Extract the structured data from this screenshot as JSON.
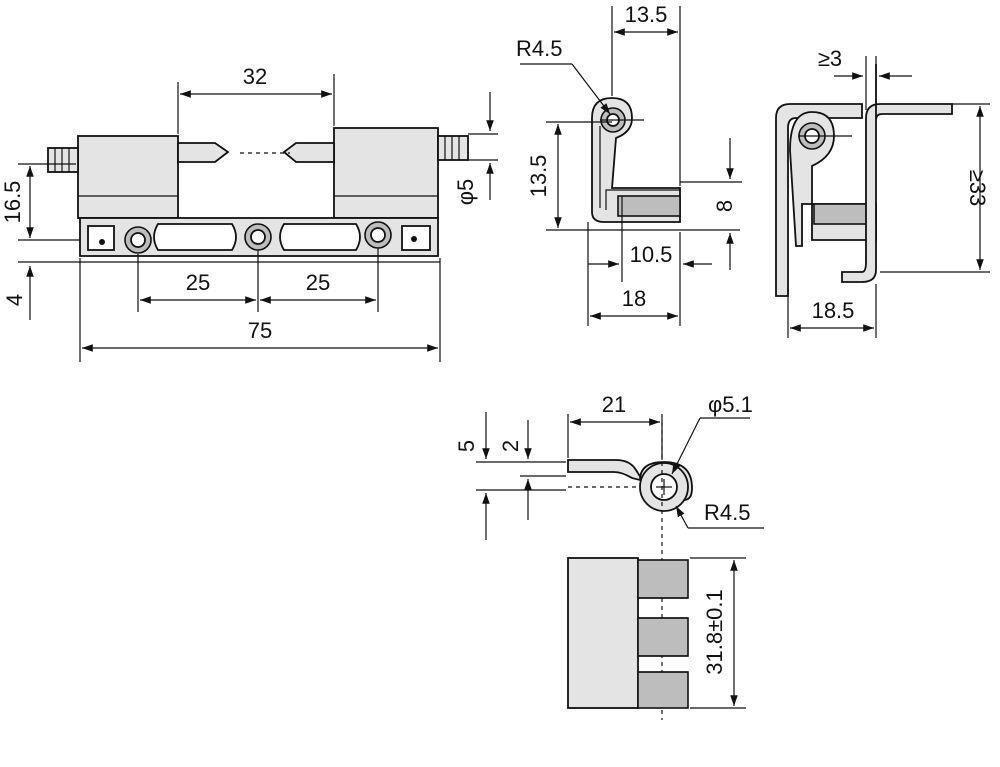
{
  "top_left_view": {
    "dim_pin_spacing": "32",
    "dim_height": "16.5",
    "dim_pin_diameter": "φ5",
    "dim_plate_thickness": "4",
    "dim_hole_spacing_1": "25",
    "dim_hole_spacing_2": "25",
    "dim_total_length": "75"
  },
  "top_middle_view": {
    "dim_width_top": "13.5",
    "dim_radius": "R4.5",
    "dim_height": "13.5",
    "dim_leaf_height": "8",
    "dim_offset": "10.5",
    "dim_width_bottom": "18"
  },
  "top_right_view": {
    "dim_min_gap": "≥3",
    "dim_min_height": "≥33",
    "dim_width": "18.5"
  },
  "bottom_view": {
    "dim_horizontal": "21",
    "dim_hole_diameter": "φ5.1",
    "dim_total_thickness": "5",
    "dim_leaf_thickness": "2",
    "dim_radius": "R4.5",
    "dim_knuckle_length": "31.8±0.1"
  }
}
